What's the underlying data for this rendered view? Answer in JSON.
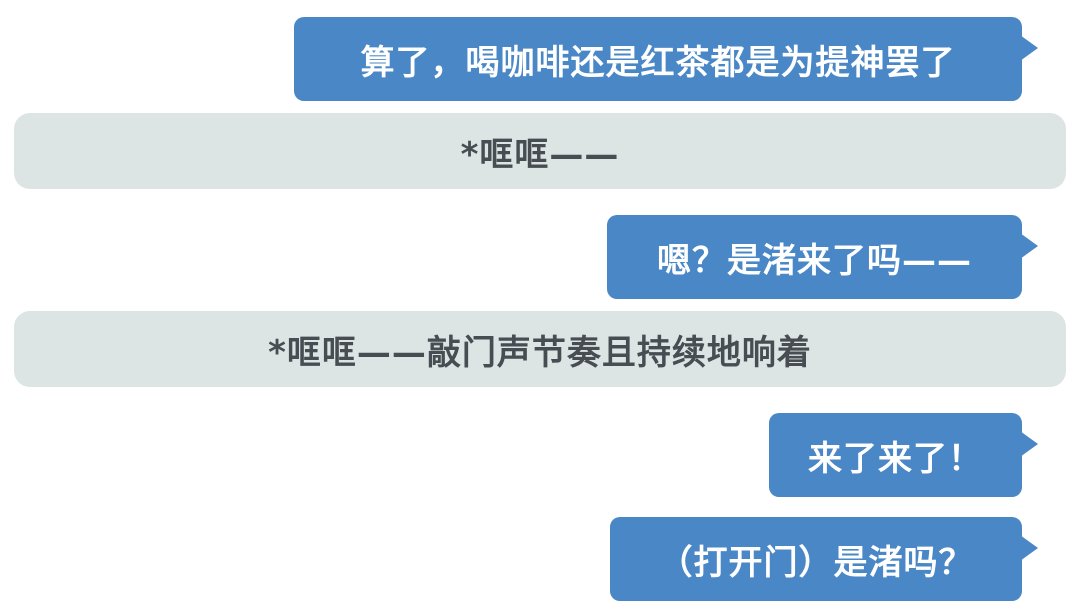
{
  "chat": {
    "messages": [
      {
        "kind": "speech",
        "text": "算了，喝咖啡还是红茶都是为提神罢了"
      },
      {
        "kind": "narration",
        "text": "*哐哐——"
      },
      {
        "kind": "speech",
        "text": "嗯？是渚来了吗——"
      },
      {
        "kind": "narration",
        "text": "*哐哐——敲门声节奏且持续地响着"
      },
      {
        "kind": "speech",
        "text": "来了来了！"
      },
      {
        "kind": "speech",
        "text": "（打开门）是渚吗？"
      }
    ]
  },
  "colors": {
    "speech_bubble": "#4a87c6",
    "speech_text": "#ffffff",
    "narration_bar": "#dde5e4",
    "narration_text": "#474d52"
  }
}
